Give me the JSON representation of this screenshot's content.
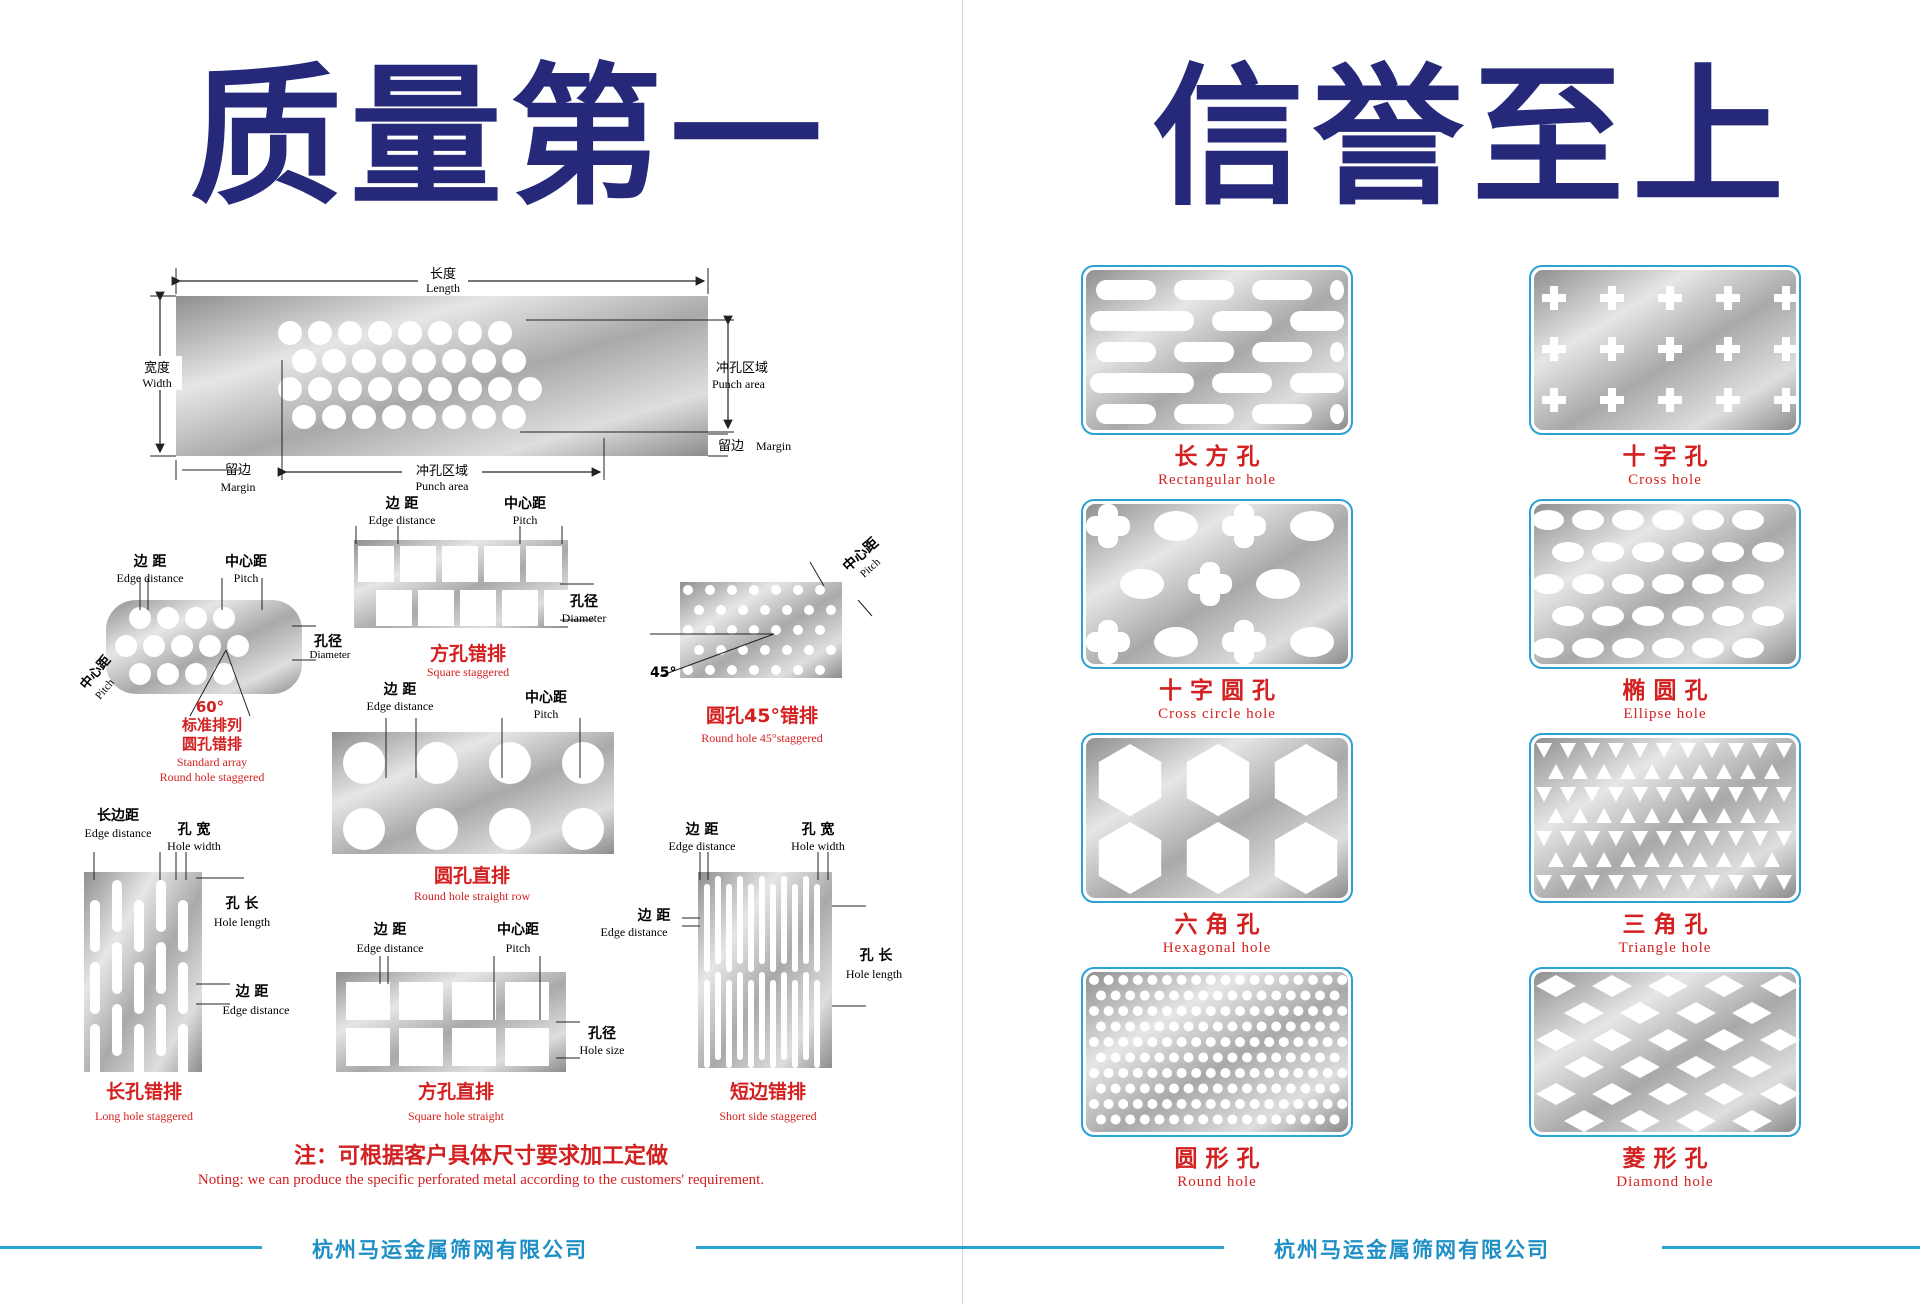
{
  "left_title": "质量第一",
  "right_title": "信誉至上",
  "company": "杭州马运金属筛网有限公司",
  "note_cn": "注：可根据客户具体尺寸要求加工定做",
  "note_en": "Noting: we can produce the specific perforated metal according to the customers' requirement.",
  "colors": {
    "title": "#26287a",
    "red": "#d32020",
    "footer": "#1f8fc6",
    "frame": "#2aa3d4"
  },
  "diagram": {
    "length_cn": "长度",
    "length_en": "Length",
    "width_cn": "宽度",
    "width_en": "Width",
    "punch_area_cn": "冲孔区域",
    "punch_area_en": "Punch area",
    "margin_cn": "留边",
    "margin_en": "Margin"
  },
  "examples": [
    {
      "name_cn": "标准排列",
      "name_cn2": "圆孔错排",
      "name_en": "Standard array",
      "name_en2": "Round hole staggered",
      "labels": {
        "edge_cn": "边 距",
        "edge_en": "Edge distance",
        "pitch_cn": "中心距",
        "pitch_en": "Pitch",
        "dia_cn": "孔径",
        "dia_en": "Diameter",
        "angle": "60°"
      }
    },
    {
      "name_cn": "方孔错排",
      "name_en": "Square staggered",
      "labels": {
        "edge_cn": "边 距",
        "edge_en": "Edge distance",
        "pitch_cn": "中心距",
        "pitch_en": "Pitch",
        "dia_cn": "孔径",
        "dia_en": "Diameter"
      }
    },
    {
      "name_cn": "圆孔45°错排",
      "name_en": "Round hole 45°staggered",
      "labels": {
        "pitch_cn": "中心距",
        "pitch_en": "Pitch",
        "angle": "45°"
      }
    },
    {
      "name_cn": "圆孔直排",
      "name_en": "Round hole straight row",
      "labels": {
        "edge_cn": "边 距",
        "edge_en": "Edge distance",
        "pitch_cn": "中心距",
        "pitch_en": "Pitch"
      }
    },
    {
      "name_cn": "长孔错排",
      "name_en": "Long hole staggered",
      "labels": {
        "edge_cn": "长边距",
        "edge_en": "Edge distance",
        "width_cn": "孔 宽",
        "width_en": "Hole width",
        "len_cn": "孔 长",
        "len_en": "Hole length",
        "edge2_cn": "边 距",
        "edge2_en": "Edge distance"
      }
    },
    {
      "name_cn": "方孔直排",
      "name_en": "Square hole straight",
      "labels": {
        "edge_cn": "边 距",
        "edge_en": "Edge distance",
        "pitch_cn": "中心距",
        "pitch_en": "Pitch",
        "size_cn": "孔径",
        "size_en": "Hole size"
      }
    },
    {
      "name_cn": "短边错排",
      "name_en": "Short side staggered",
      "labels": {
        "edge_cn": "边 距",
        "edge_en": "Edge distance",
        "width_cn": "孔 宽",
        "width_en": "Hole width",
        "edge2_cn": "边 距",
        "edge2_en": "Edge distance",
        "len_cn": "孔 长",
        "len_en": "Hole length"
      }
    }
  ],
  "hole_types": [
    {
      "cn": "长 方 孔",
      "en": "Rectangular hole",
      "pattern": "slot"
    },
    {
      "cn": "十 字 孔",
      "en": "Cross hole",
      "pattern": "cross"
    },
    {
      "cn": "十 字 圆 孔",
      "en": "Cross circle hole",
      "pattern": "cross-circle"
    },
    {
      "cn": "椭 圆 孔",
      "en": "Ellipse hole",
      "pattern": "ellipse"
    },
    {
      "cn": "六 角 孔",
      "en": "Hexagonal hole",
      "pattern": "hexagon"
    },
    {
      "cn": "三 角 孔",
      "en": "Triangle hole",
      "pattern": "triangle"
    },
    {
      "cn": "圆 形 孔",
      "en": "Round hole",
      "pattern": "round"
    },
    {
      "cn": "菱 形 孔",
      "en": "Diamond hole",
      "pattern": "diamond"
    }
  ]
}
